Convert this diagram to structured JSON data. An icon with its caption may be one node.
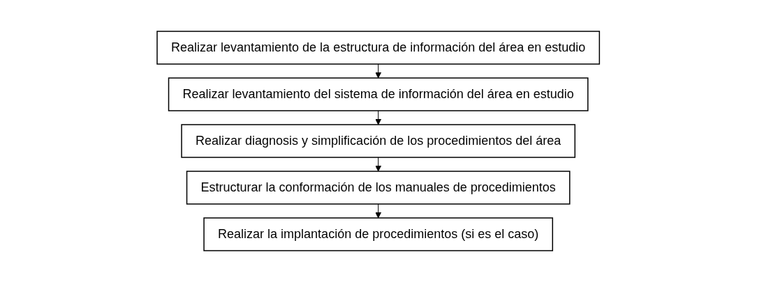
{
  "diagram": {
    "nodes": [
      {
        "text": [
          "Realizar levantamiento de la estructura de información del área en estudio"
        ]
      },
      {
        "text": [
          "Realizar levantamiento del sistema de información del área en estudio"
        ]
      },
      {
        "text": [
          "Realizar diagnosis y simplificación de los procedimientos del área"
        ]
      },
      {
        "text": [
          "Estructurar la conformación de los manuales de procedimientos"
        ]
      },
      {
        "text": [
          "Realizar la implantación de procedimientos (si es el caso)"
        ]
      }
    ],
    "edges": [
      {
        "from": 0,
        "to": 1,
        "arrow": "to"
      },
      {
        "from": 1,
        "to": 2,
        "arrow": "to"
      },
      {
        "from": 2,
        "to": 3,
        "arrow": "to"
      },
      {
        "from": 3,
        "to": 4,
        "arrow": "to"
      }
    ]
  }
}
